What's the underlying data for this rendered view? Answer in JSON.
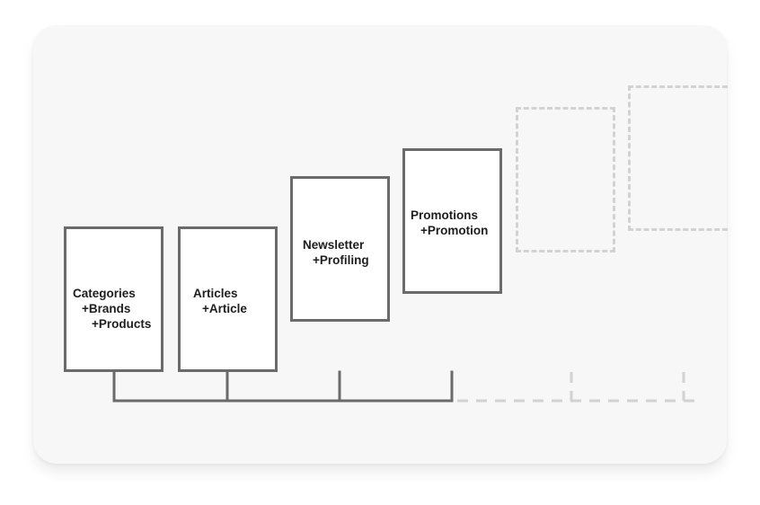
{
  "diagram": {
    "boxes": [
      {
        "id": "categories",
        "lines": [
          "Categories",
          "+Brands",
          "+Products"
        ]
      },
      {
        "id": "articles",
        "lines": [
          "Articles",
          "+Article"
        ]
      },
      {
        "id": "newsletter",
        "lines": [
          "Newsletter",
          "+Profiling"
        ]
      },
      {
        "id": "promotions",
        "lines": [
          "Promotions",
          "+Promotion"
        ]
      }
    ],
    "placeholder_count": 2,
    "colors": {
      "box_border": "#6b6b6b",
      "connector": "#6b6b6b",
      "placeholder": "#d2d2d2",
      "card_background": "#f7f7f7",
      "text": "#1e1e1e"
    }
  }
}
